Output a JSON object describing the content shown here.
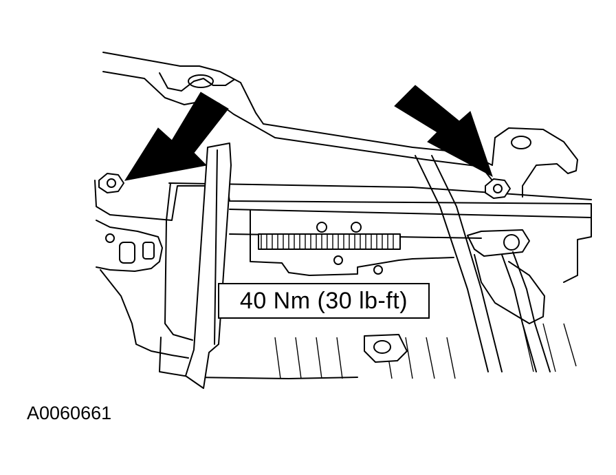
{
  "diagram": {
    "torque_spec": "40 Nm (30 lb-ft)",
    "figure_id": "A0060661",
    "callout_arrows": [
      {
        "name": "left-fastener-arrow",
        "target": "left-nut"
      },
      {
        "name": "right-fastener-arrow",
        "target": "right-nut"
      }
    ],
    "colors": {
      "line": "#000000",
      "background": "#ffffff"
    }
  }
}
